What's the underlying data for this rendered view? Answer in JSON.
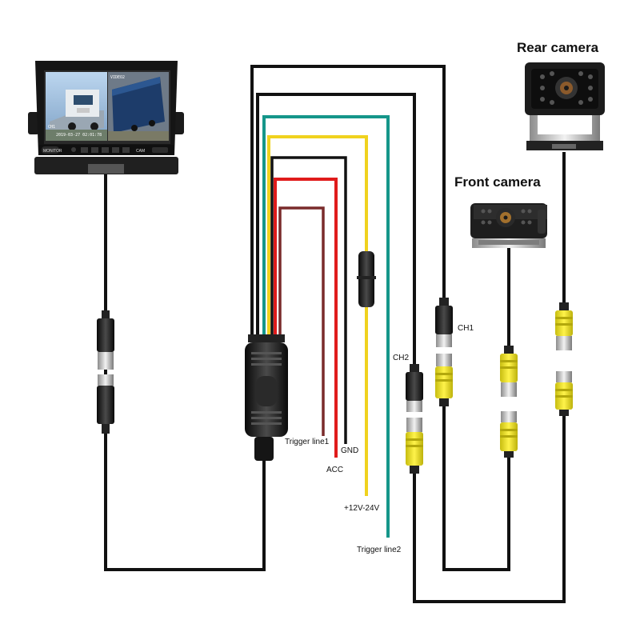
{
  "labels": {
    "rear_camera": "Rear camera",
    "front_camera": "Front camera",
    "ch1": "CH1",
    "ch2": "CH2",
    "trigger_line1": "Trigger line1",
    "gnd": "GND",
    "acc": "ACC",
    "power": "+12V-24V",
    "trigger_line2": "Trigger line2"
  },
  "monitor": {
    "video_tag": "VIDEO2",
    "screen_text_1": "CH1 ",
    "screen_text_2": "2019-03-27 02:01:78",
    "btn_monitor": "MONITOR",
    "btn_cam": "CAM"
  },
  "wire_colors": {
    "black": "#111111",
    "teal": "#15968a",
    "yellow": "#f0d21e",
    "red": "#e01b1b",
    "brown": "#7a2b2b",
    "connector_yellow": "#ece21c"
  }
}
